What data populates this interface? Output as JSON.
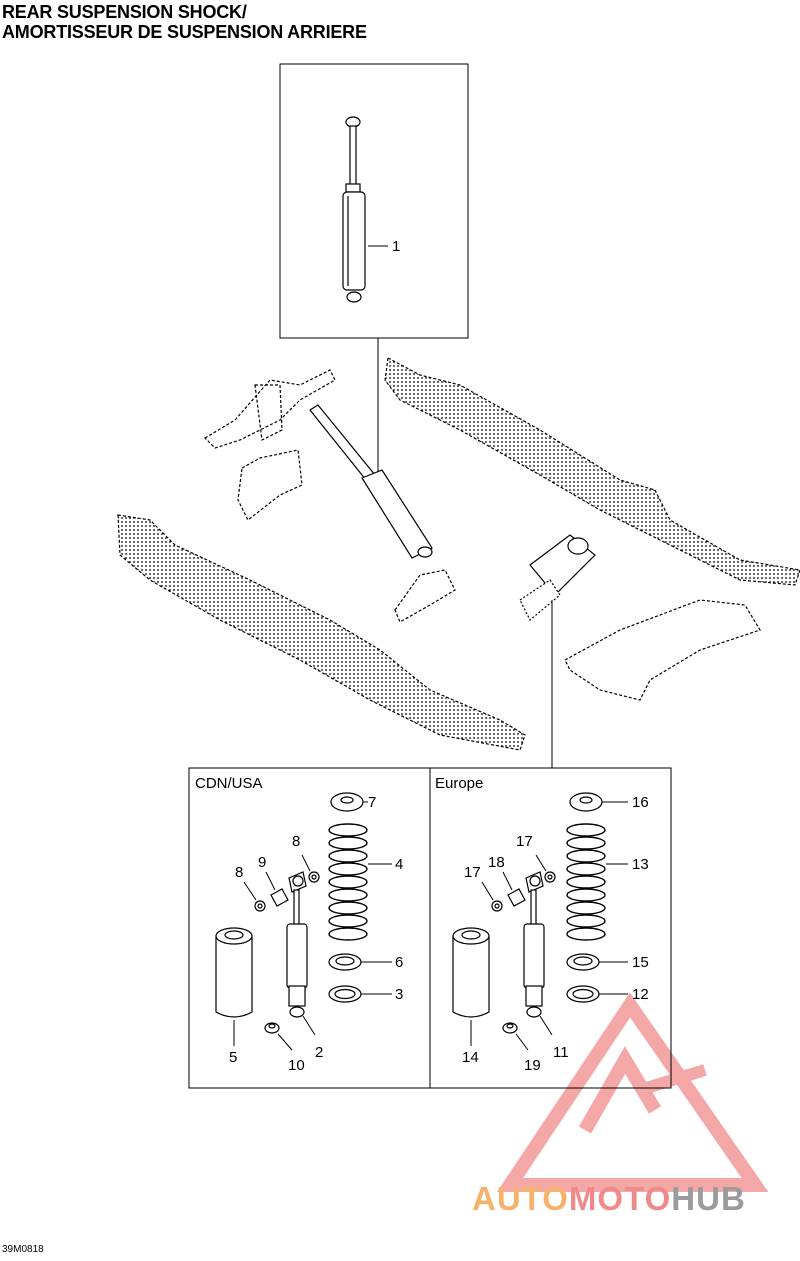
{
  "title": {
    "line1": "REAR SUSPENSION SHOCK/",
    "line2": "AMORTISSEUR DE SUSPENSION ARRIERE"
  },
  "regions": {
    "left_label": "CDN/USA",
    "right_label": "Europe"
  },
  "callouts": {
    "c1": "1",
    "c2": "2",
    "c3": "3",
    "c4": "4",
    "c5": "5",
    "c6": "6",
    "c7": "7",
    "c8a": "8",
    "c8b": "8",
    "c9": "9",
    "c10": "10",
    "c11": "11",
    "c12": "12",
    "c13": "13",
    "c14": "14",
    "c15": "15",
    "c16": "16",
    "c17a": "17",
    "c17b": "17",
    "c18": "18",
    "c19": "19"
  },
  "drawing_code": "39M0818",
  "watermark": {
    "part1": "AUTO",
    "part2": "MOTO",
    "part3": "HUB",
    "color_orange": "#f5b26b",
    "color_red": "#f08a8a",
    "color_gray": "#9b9b9b"
  }
}
